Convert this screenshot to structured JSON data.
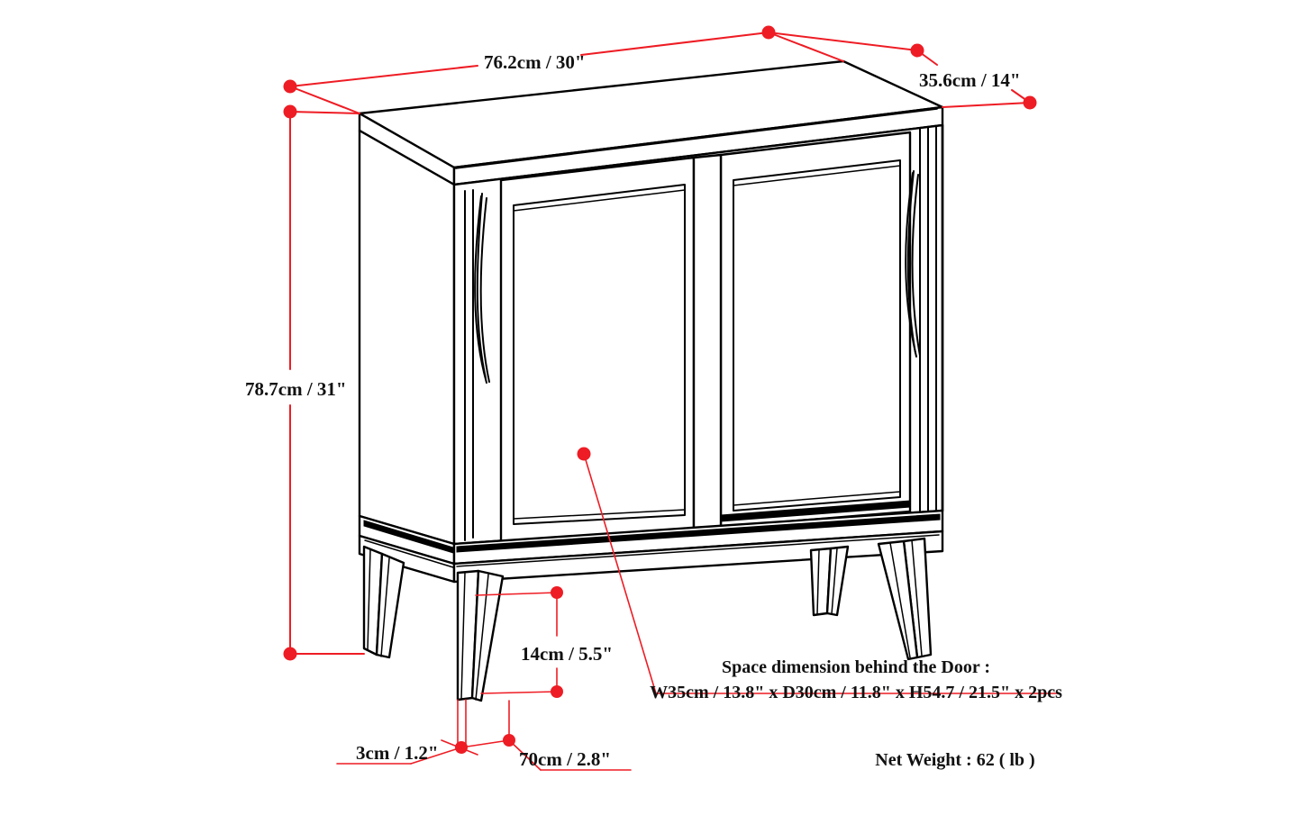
{
  "drawing": {
    "title": "Cabinet dimension drawing",
    "background_color": "#ffffff",
    "line_color": "#000000",
    "dimension_color": "#ee1c24",
    "marker_color": "#ee1c24"
  },
  "dimensions": {
    "width": "76.2cm / 30\"",
    "depth": "35.6cm / 14\"",
    "height": "78.7cm / 31\"",
    "leg_height": "14cm / 5.5\"",
    "leg_thickness": "3cm / 1.2\"",
    "leg_width": "70cm / 2.8\""
  },
  "notes": {
    "space_line1": "Space dimension behind the Door :",
    "space_line2": "W35cm / 13.8\" x D30cm / 11.8\" x H54.7 / 21.5\" x 2pcs",
    "net_weight": "Net Weight : 62 ( lb )"
  }
}
